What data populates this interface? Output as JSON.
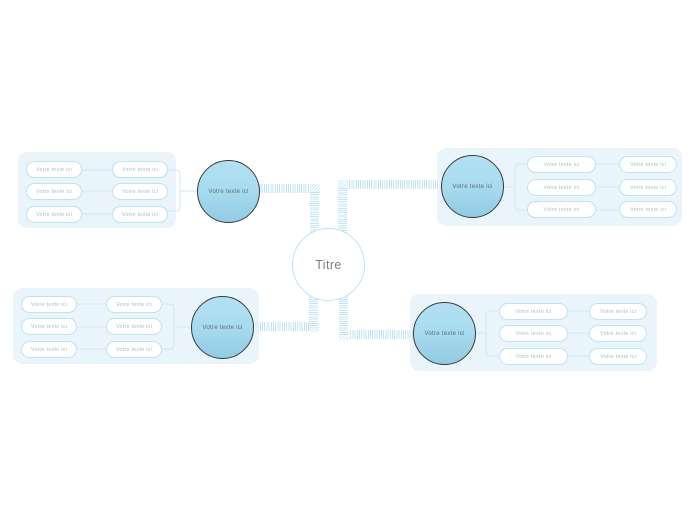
{
  "diagram": {
    "type": "mind-map",
    "center": {
      "label": "Titre"
    },
    "branches": [
      {
        "id": "top-left",
        "circle_label": "Votre texte ici",
        "inner_nodes": [
          "Votre texte ici",
          "Votre texte ici",
          "Votre texte ici"
        ],
        "outer_nodes": [
          "Votre texte ici",
          "Votre texte ici",
          "Votre texte ici"
        ]
      },
      {
        "id": "top-right",
        "circle_label": "Votre texte ici",
        "inner_nodes": [
          "Votre texte ici",
          "Votre texte ici",
          "Votre texte ici"
        ],
        "outer_nodes": [
          "Votre texte ici",
          "Votre texte ici",
          "Votre texte ici"
        ]
      },
      {
        "id": "bottom-left",
        "circle_label": "Votre texte ici",
        "inner_nodes": [
          "Votre texte ici",
          "Votre texte ici",
          "Votre texte ici"
        ],
        "outer_nodes": [
          "Votre texte ici",
          "Votre texte ici",
          "Votre texte ici"
        ]
      },
      {
        "id": "bottom-right",
        "circle_label": "Votre texte ici",
        "inner_nodes": [
          "Votre texte ici",
          "Votre texte ici",
          "Votre texte ici"
        ],
        "outer_nodes": [
          "Votre texte ici",
          "Votre texte ici",
          "Votre texte ici"
        ]
      }
    ],
    "colors": {
      "page_background": "#ffffff",
      "panel_background": "#e9f5fb",
      "node_border": "#bfe3f4",
      "node_background": "#ffffff",
      "node_text": "#a8bfcb",
      "circle_border": "#3a3a3a",
      "circle_fill_top": "#b3e0f2",
      "circle_fill_bottom": "#92cbe4",
      "circle_text": "#5d6e78",
      "center_border": "#bfe3f4",
      "center_text": "#7e7e7e",
      "connector": "#bfe3f4"
    }
  }
}
